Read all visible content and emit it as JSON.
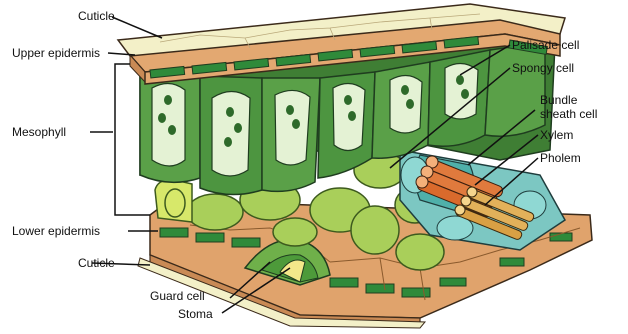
{
  "labels": {
    "cuticle_top": "Cuticle",
    "upper_epidermis": "Upper epidermis",
    "mesophyll": "Mesophyll",
    "lower_epidermis": "Lower epidermis",
    "cuticle_bottom": "Cuticle",
    "guard_cell": "Guard cell",
    "stoma": "Stoma",
    "palisade_cell": "Palisade cell",
    "spongy_cell": "Spongy cell",
    "bundle_sheath_line1": "Bundle",
    "bundle_sheath_line2": "sheath cell",
    "xylem": "Xylem",
    "phloem": "Pholem"
  },
  "colors": {
    "cuticle": "#f3f0c8",
    "epidermis_tan": "#e3a871",
    "chloroplast_band": "#2f8a3a",
    "palisade": "#5aa048",
    "palisade_dark": "#3f7e34",
    "vacuole": "#e4f2d4",
    "spongy": "#a9cf5a",
    "bundle_sheath": "#8fd8d3",
    "xylem": "#e07a3d",
    "phloem": "#e2b15a",
    "stoma_fill": "#f4e88a"
  }
}
